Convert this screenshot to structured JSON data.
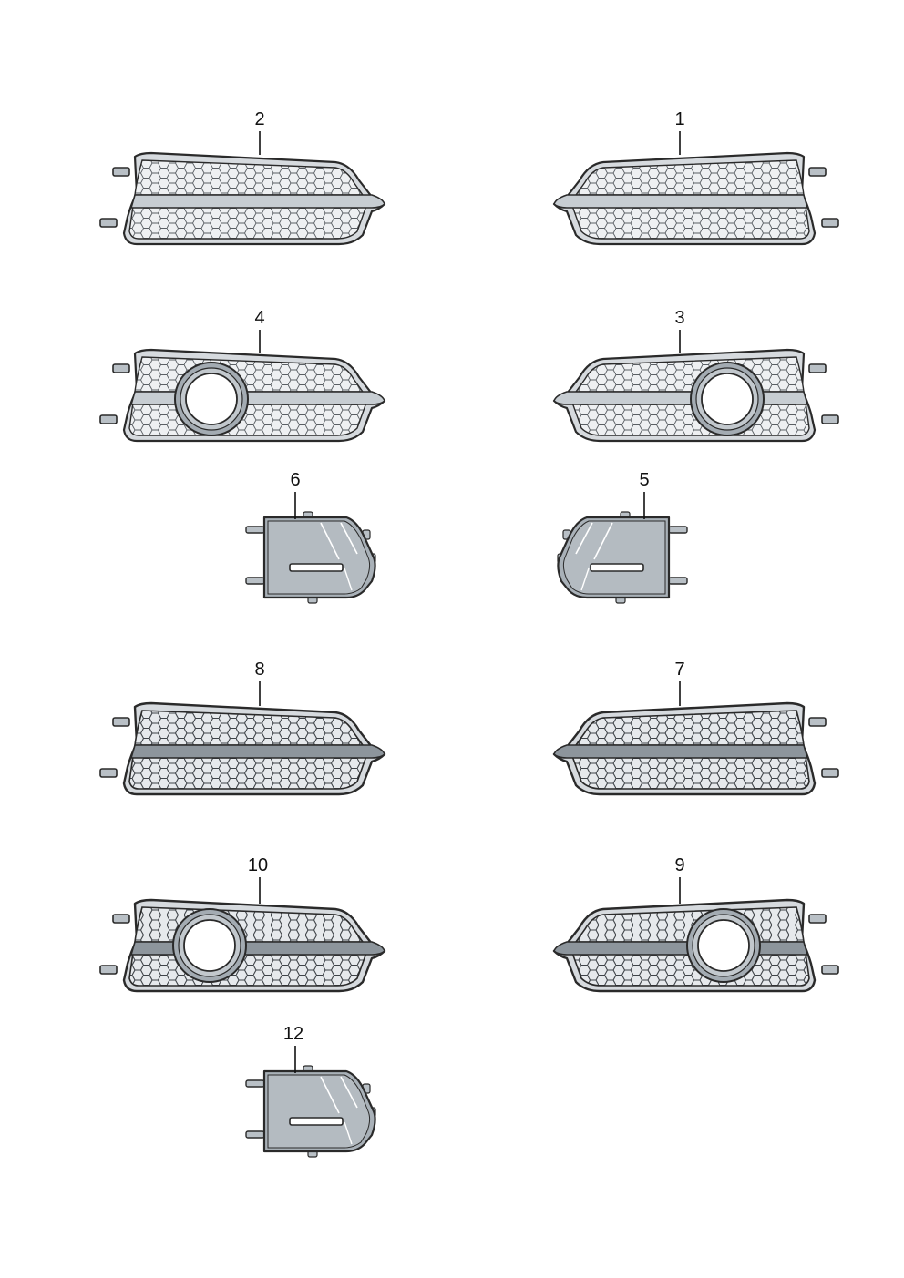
{
  "colors": {
    "outline": "#2a2a2a",
    "body": "#b9c0c6",
    "frame": "#d6dade",
    "mesh": "#eef0f2",
    "mesh_line": "#5a5f64",
    "plate": "#a9b1b8",
    "ring": "#a3abb2",
    "ring_inner": "#ffffff",
    "leader": "#111111"
  },
  "parts": [
    {
      "label": "2",
      "type": "grille",
      "facing": "left"
    },
    {
      "label": "1",
      "type": "grille",
      "facing": "right"
    },
    {
      "label": "4",
      "type": "grille-fog",
      "facing": "left"
    },
    {
      "label": "3",
      "type": "grille-fog",
      "facing": "right"
    },
    {
      "label": "6",
      "type": "cover",
      "facing": "left"
    },
    {
      "label": "5",
      "type": "cover",
      "facing": "right"
    },
    {
      "label": "8",
      "type": "grille-dark",
      "facing": "left"
    },
    {
      "label": "7",
      "type": "grille-dark",
      "facing": "right"
    },
    {
      "label": "10",
      "type": "grille-fog-dark",
      "facing": "left"
    },
    {
      "label": "9",
      "type": "grille-fog-dark",
      "facing": "right"
    },
    {
      "label": "12",
      "type": "cover",
      "facing": "left"
    }
  ]
}
